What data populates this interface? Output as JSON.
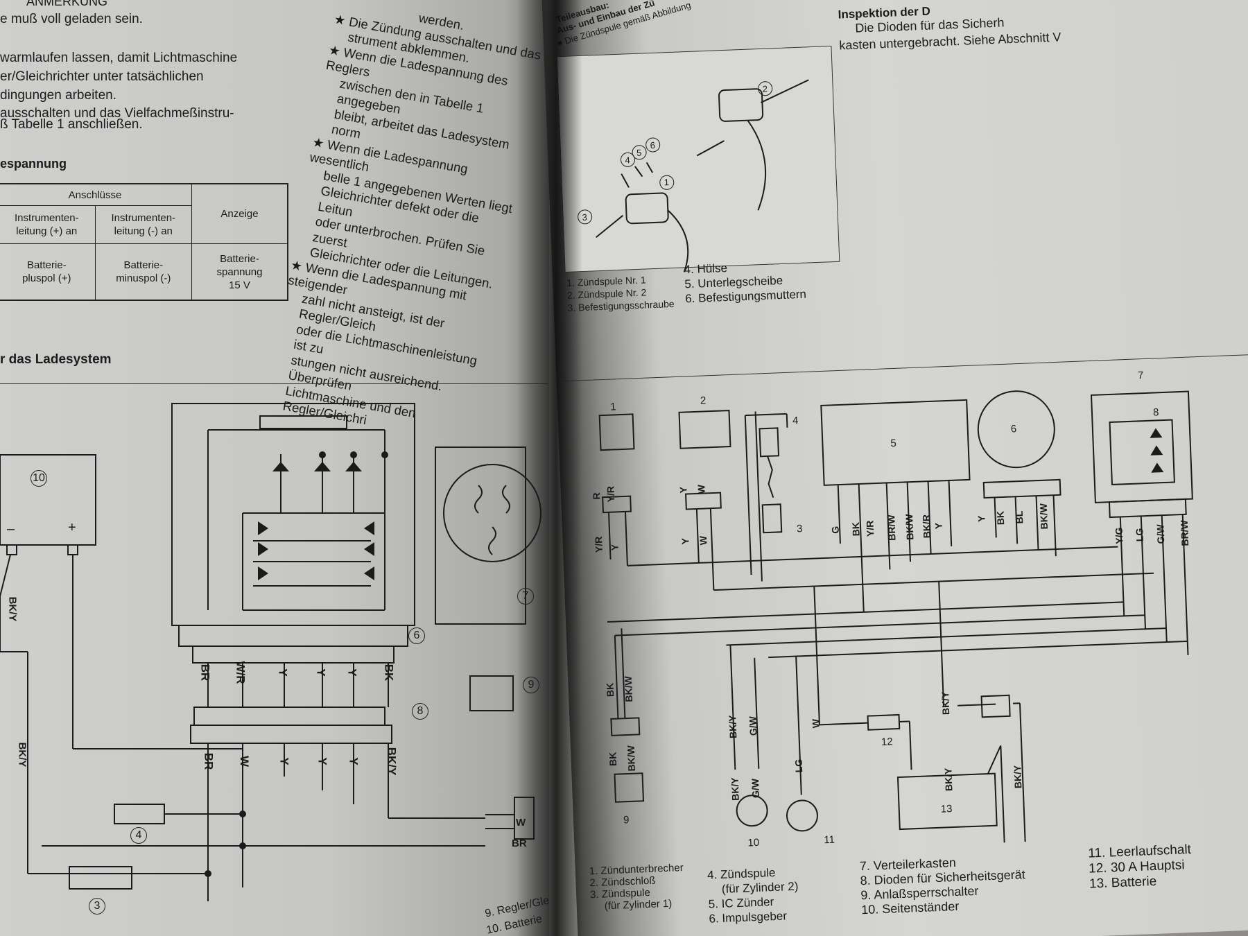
{
  "left_page": {
    "note_heading": "ANMERKUNG",
    "body_lines": [
      "e muß voll geladen sein.",
      "warmlaufen lassen, damit Lichtmaschine",
      "er/Gleichrichter    unter    tatsächlichen",
      "dingungen arbeiten.",
      "ausschalten und das Vielfachmeßinstru-",
      "ß Tabelle 1 anschließen."
    ],
    "table_title": "espannung",
    "table": {
      "group_header": "Anschlüsse",
      "display_header": "Anzeige",
      "col1_header": "Instrumenten-\nleitung (+) an",
      "col2_header": "Instrumenten-\nleitung (-) an",
      "row": [
        "Batterie-\npluspol (+)",
        "Batterie-\nminuspol (-)",
        "Batterie-\nspannung\n15 V"
      ]
    },
    "middle_column": [
      "werden.",
      "★ Die Zündung ausschalten und das",
      "strument abklemmen.",
      "★ Wenn die Ladespannung des Reglers",
      "zwischen den in Tabelle 1 angegeben",
      "bleibt, arbeitet das Ladesystem norm",
      "★ Wenn die Ladespannung wesentlich",
      "belle 1 angegebenen Werten liegt",
      "Gleichrichter defekt oder die Leitun",
      "oder unterbrochen. Prüfen Sie zuerst",
      "Gleichrichter oder die Leitungen.",
      "★ Wenn die Ladespannung mit steigender",
      "zahl nicht ansteigt, ist der Regler/Gleich",
      "oder die Lichtmaschinenleistung ist zu",
      "stungen nicht ausreichend. Überprüfen",
      "Lichtmaschine und den Regler/Gleichri"
    ],
    "diagram_title": "r das Ladesystem",
    "wire_labels_top": [
      "BR",
      "W/R",
      "Y",
      "Y",
      "Y",
      "BK"
    ],
    "wire_labels_bottom": [
      "BR",
      "W",
      "Y",
      "Y",
      "Y",
      "BK/Y"
    ],
    "callouts": [
      "10",
      "6",
      "7",
      "8",
      "9",
      "4",
      "3"
    ],
    "battery_terms": [
      "–",
      "+"
    ],
    "side_labels": [
      "BK/Y",
      "BK/Y",
      "W",
      "BR"
    ],
    "bottom_captions": [
      "9. Regler/Gleichrichter",
      "10. Batterie"
    ]
  },
  "right_page": {
    "top_note": [
      "Teileausbau:",
      "Aus- und Einbau der Zü",
      "● Die Zündspule gemäß Abbildung"
    ],
    "coil_callouts": [
      "1",
      "2",
      "3",
      "4",
      "5",
      "6"
    ],
    "coil_captions_left": [
      "1. Zündspule Nr. 1",
      "2. Zündspule Nr. 2",
      "3. Befestigungsschraube"
    ],
    "coil_captions_right": [
      "4. Hülse",
      "5. Unterlegscheibe",
      "6. Befestigungsmuttern"
    ],
    "inspection_heading": "Inspektion der D",
    "inspection_lines": [
      "Die Dioden für das Sicherh",
      "kasten untergebracht. Siehe Abschnitt V"
    ],
    "wiring_callouts": [
      "1",
      "2",
      "3",
      "4",
      "5",
      "6",
      "7",
      "8",
      "9",
      "10",
      "11",
      "12",
      "13"
    ],
    "wire_labels": [
      "Y/R",
      "Y",
      "R",
      "Y/R",
      "Y",
      "W",
      "Y",
      "W",
      "G",
      "BK",
      "Y/R",
      "BR/W",
      "BK/W",
      "BK/R",
      "Y",
      "Y",
      "BK",
      "BL",
      "BK/W",
      "Y/G",
      "LG",
      "G/W",
      "BR/W",
      "BK",
      "BK/W",
      "BK",
      "BK/W",
      "BK/Y",
      "G/W",
      "BK/Y",
      "G/W",
      "LG",
      "W",
      "BK/Y",
      "BK/Y",
      "BK/Y"
    ],
    "captions": [
      "1. Zündunterbrecher",
      "2. Zündschloß",
      "3. Zündspule",
      "(für Zylinder 1)",
      "4. Zündspule",
      "(für Zylinder 2)",
      "5. IC Zünder",
      "6. Impulsgeber",
      "7. Verteilerkasten",
      "8. Dioden für Sicherheitsgerät",
      "9. Anlaßsperrschalter",
      "10. Seitenständer",
      "11. Leerlaufschalt",
      "12. 30 A Hauptsi",
      "13. Batterie"
    ]
  }
}
